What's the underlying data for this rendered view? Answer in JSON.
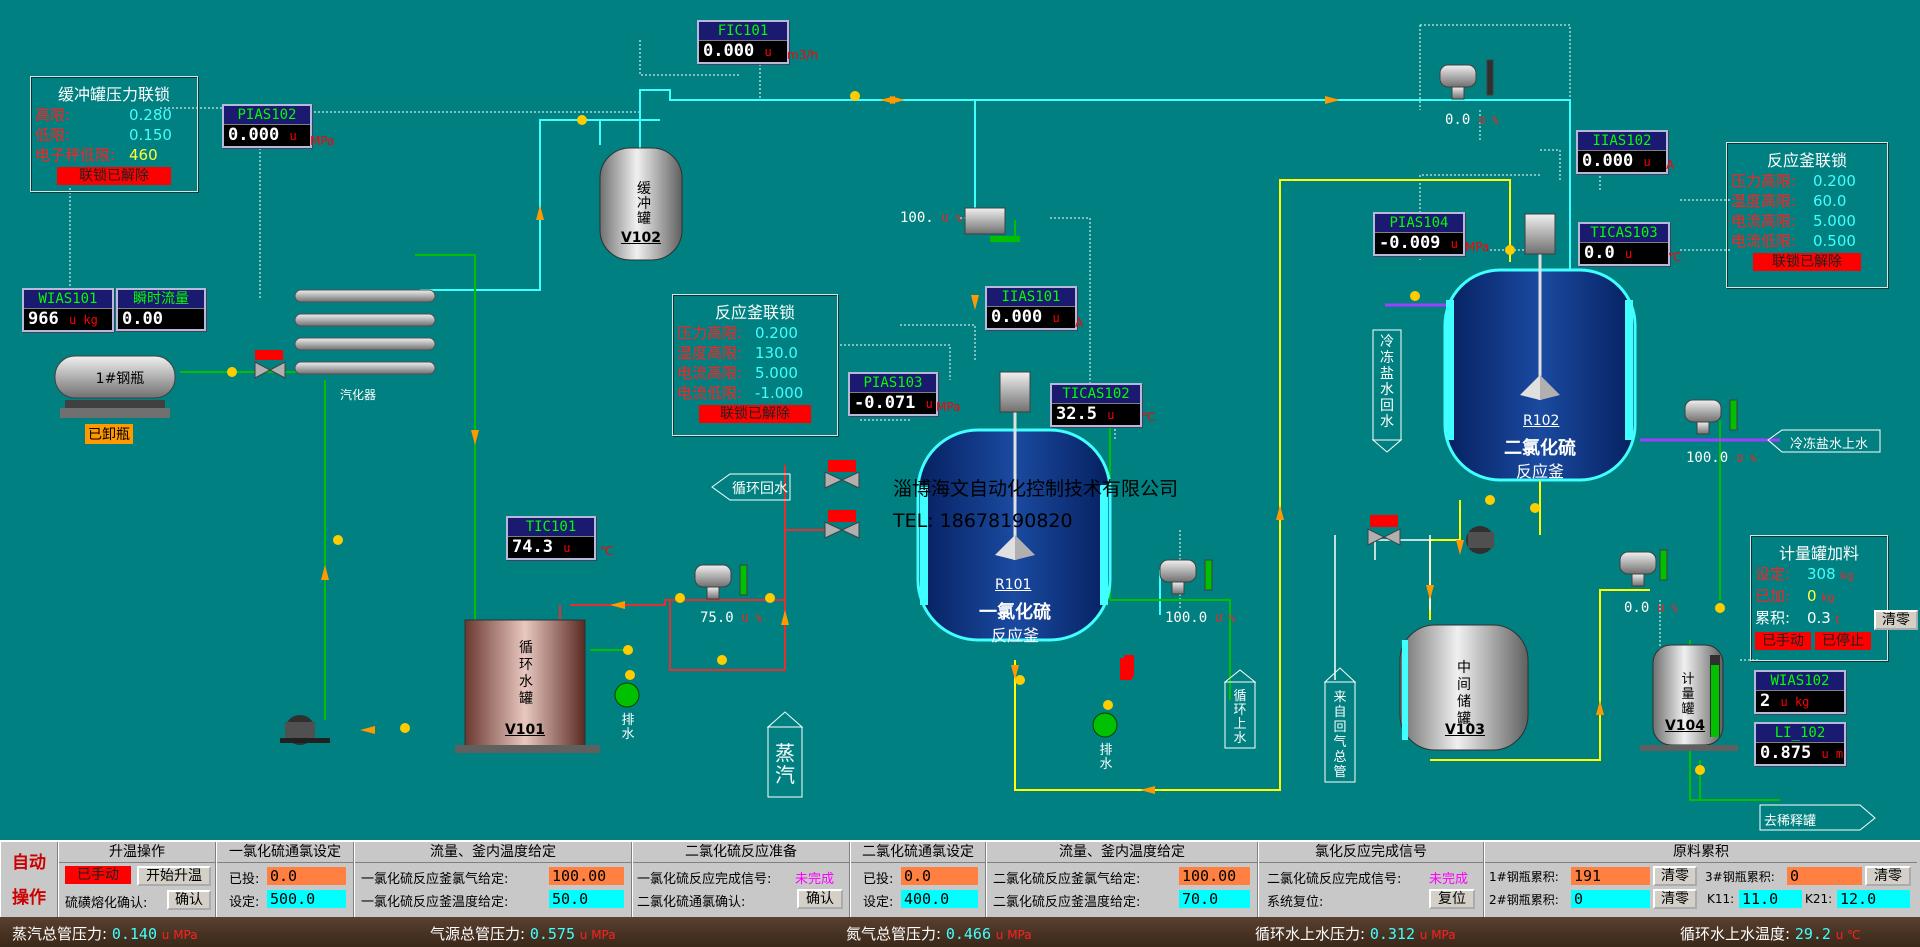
{
  "tags": {
    "FIC101": {
      "name": "FIC101",
      "value": "0.000",
      "unit": "u",
      "unit2": "m3/h"
    },
    "PIAS102": {
      "name": "PIAS102",
      "value": "0.000",
      "unit": "u",
      "unit2": "MPa"
    },
    "WIAS101": {
      "name": "WIAS101",
      "value": "966",
      "unit": "u kg"
    },
    "FLOW": {
      "name": "瞬时流量",
      "value": "0.00"
    },
    "IIAS101": {
      "name": "IIAS101",
      "value": "0.000",
      "unit": "u",
      "unit2": "A"
    },
    "PIAS103": {
      "name": "PIAS103",
      "value": "-0.071",
      "unit": "u",
      "unit2": "MPa"
    },
    "TICAS102": {
      "name": "TICAS102",
      "value": "32.5",
      "unit": "u",
      "unit2": "℃"
    },
    "TIC101": {
      "name": "TIC101",
      "value": "74.3",
      "unit": "u",
      "unit2": "℃"
    },
    "IIAS102": {
      "name": "IIAS102",
      "value": "0.000",
      "unit": "u",
      "unit2": "A"
    },
    "PIAS104": {
      "name": "PIAS104",
      "value": "-0.009",
      "unit": "u",
      "unit2": "MPa"
    },
    "TICAS103": {
      "name": "TICAS103",
      "value": "0.0",
      "unit": "u",
      "unit2": "℃"
    },
    "WIAS102": {
      "name": "WIAS102",
      "value": "2",
      "unit": "u kg"
    },
    "LI102": {
      "name": "LI_102",
      "value": "0.875",
      "unit": "u m"
    }
  },
  "valve_outputs": {
    "v_top_right": {
      "value": "0.0",
      "unit": "U %"
    },
    "v_100_pump": {
      "value": "100.",
      "unit": "U %"
    },
    "v_steam": {
      "value": "75.0",
      "unit": "U %"
    },
    "v_r101_out": {
      "value": "100.0",
      "unit": "U %"
    },
    "v_r102_side": {
      "value": "100.0",
      "unit": "U %"
    },
    "v_v104": {
      "value": "0.0",
      "unit": "U %"
    }
  },
  "buffer_interlock": {
    "title": "缓冲罐压力联锁",
    "rows": [
      {
        "k": "高限:",
        "v": "0.280"
      },
      {
        "k": "低限:",
        "v": "0.150"
      },
      {
        "k": "电子秤低限:",
        "v": "460"
      }
    ],
    "status": "联锁已解除"
  },
  "r101_interlock": {
    "title": "反应釜联锁",
    "rows": [
      {
        "k": "压力高限:",
        "v": "0.200"
      },
      {
        "k": "温度高限:",
        "v": "130.0"
      },
      {
        "k": "电流高限:",
        "v": "5.000"
      },
      {
        "k": "电流低限:",
        "v": "-1.000"
      }
    ],
    "status": "联锁已解除"
  },
  "r102_interlock": {
    "title": "反应釜联锁",
    "rows": [
      {
        "k": "压力高限:",
        "v": "0.200"
      },
      {
        "k": "温度高限:",
        "v": "60.0"
      },
      {
        "k": "电流高限:",
        "v": "5.000"
      },
      {
        "k": "电流低限:",
        "v": "0.500"
      }
    ],
    "status": "联锁已解除"
  },
  "metering": {
    "title": "计量罐加料",
    "set_label": "设定:",
    "set_value": "308",
    "set_unit": "kg",
    "added_label": "已加:",
    "added_value": "0",
    "added_unit": "kg",
    "acc_label": "累积:",
    "acc_value": "0.3",
    "acc_unit": "t",
    "clear_label": "清零",
    "manual_label": "已手动",
    "stopped_label": "已停止"
  },
  "equipment": {
    "cylinder": "1#钢瓶",
    "cylinder_status": "已卸瓶",
    "vaporizer": "汽化器",
    "v102_name": "缓冲罐",
    "v102_id": "V102",
    "v101_name": "循环水罐",
    "v101_id": "V101",
    "r101_id": "R101",
    "r101_name": "一氯化硫",
    "r101_sub": "反应釜",
    "r102_id": "R102",
    "r102_name": "二氯化硫",
    "r102_sub": "反应釜",
    "v103_name": "中间储罐",
    "v103_id": "V103",
    "v104_name": "计量罐",
    "v104_id": "V104",
    "drain": "排水",
    "steam": "蒸汽",
    "circ_return": "循环回水",
    "circ_supply": "循环上水",
    "brine_return": "冷冻盐水回水",
    "brine_supply": "冷冻盐水上水",
    "from_reflux": "来自回气总管",
    "to_dilute": "去稀释罐"
  },
  "watermark": {
    "line1": "淄博海文自动化控制技术有限公司",
    "line2": "TEL:  18678190820"
  },
  "bottom": {
    "mode_label": "自动",
    "mode_label2": "操作",
    "heat": {
      "title": "升温操作",
      "manual": "已手动",
      "start": "开始升温",
      "confirm_label": "硫磺熔化确认:",
      "confirm": "确认"
    },
    "s1_chlorine": {
      "title": "一氯化硫通氯设定",
      "fed_label": "已投:",
      "fed": "0.0",
      "set_label": "设定:",
      "set": "500.0"
    },
    "s1_flow": {
      "title": "流量、釜内温度给定",
      "row1": "一氯化硫反应釜氯气给定:",
      "v1": "100.00",
      "row2": "一氯化硫反应釜温度给定:",
      "v2": "50.0"
    },
    "s2_prep": {
      "title": "二氯化硫反应准备",
      "row1": "一氯化硫反应完成信号:",
      "status": "未完成",
      "row2": "二氯化硫通氯确认:",
      "confirm": "确认"
    },
    "s2_chlorine": {
      "title": "二氯化硫通氯设定",
      "fed_label": "已投:",
      "fed": "0.0",
      "set_label": "设定:",
      "set": "400.0"
    },
    "s2_flow": {
      "title": "流量、釜内温度给定",
      "row1": "二氯化硫反应釜氯气给定:",
      "v1": "100.00",
      "row2": "二氯化硫反应釜温度给定:",
      "v2": "70.0"
    },
    "done": {
      "title": "氯化反应完成信号",
      "row1": "二氯化硫反应完成信号:",
      "status": "未完成",
      "row2": "系统复位:",
      "reset": "复位"
    },
    "raw": {
      "title": "原料累积",
      "c1_label": "1#钢瓶累积:",
      "c1": "191",
      "c2_label": "2#钢瓶累积:",
      "c2": "0",
      "c3_label": "3#钢瓶累积:",
      "c3": "0",
      "clear": "清零",
      "k11_label": "K11:",
      "k11": "11.0",
      "k21_label": "K21:",
      "k21": "12.0"
    }
  },
  "status_bar": [
    {
      "label": "蒸汽总管压力:",
      "value": "0.140",
      "unit": "u MPa"
    },
    {
      "label": "气源总管压力:",
      "value": "0.575",
      "unit": "u MPa"
    },
    {
      "label": "氮气总管压力:",
      "value": "0.466",
      "unit": "u MPa"
    },
    {
      "label": "循环水上水压力:",
      "value": "0.312",
      "unit": "u MPa"
    },
    {
      "label": "循环水上水温度:",
      "value": "29.2",
      "unit": "u ℃"
    }
  ],
  "colors": {
    "background": "#008080",
    "pipe_cyan": "#40ffff",
    "pipe_yellow": "#ffff00",
    "pipe_green": "#00c000",
    "pipe_red": "#e03030",
    "reactor_blue": "#0a2a78",
    "tag_value": "#ffffff",
    "tag_name": "#00ff00"
  }
}
